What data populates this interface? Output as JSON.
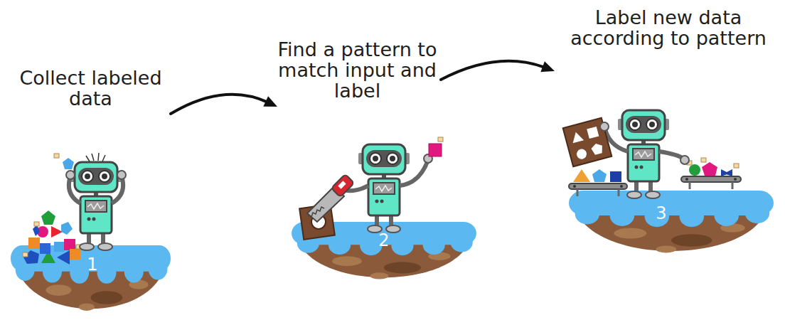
{
  "diagram": {
    "nodes": [
      {
        "text": [
          "Collect labeled data",
          "1"
        ]
      },
      {
        "text": [
          "Find a pattern to match input and label",
          "2"
        ]
      },
      {
        "text": [
          "Label new data according to pattern",
          "3"
        ]
      }
    ],
    "edges": [
      {
        "from": 0,
        "to": 1,
        "arrow": "to"
      },
      {
        "from": 1,
        "to": 2,
        "arrow": "to"
      }
    ]
  }
}
